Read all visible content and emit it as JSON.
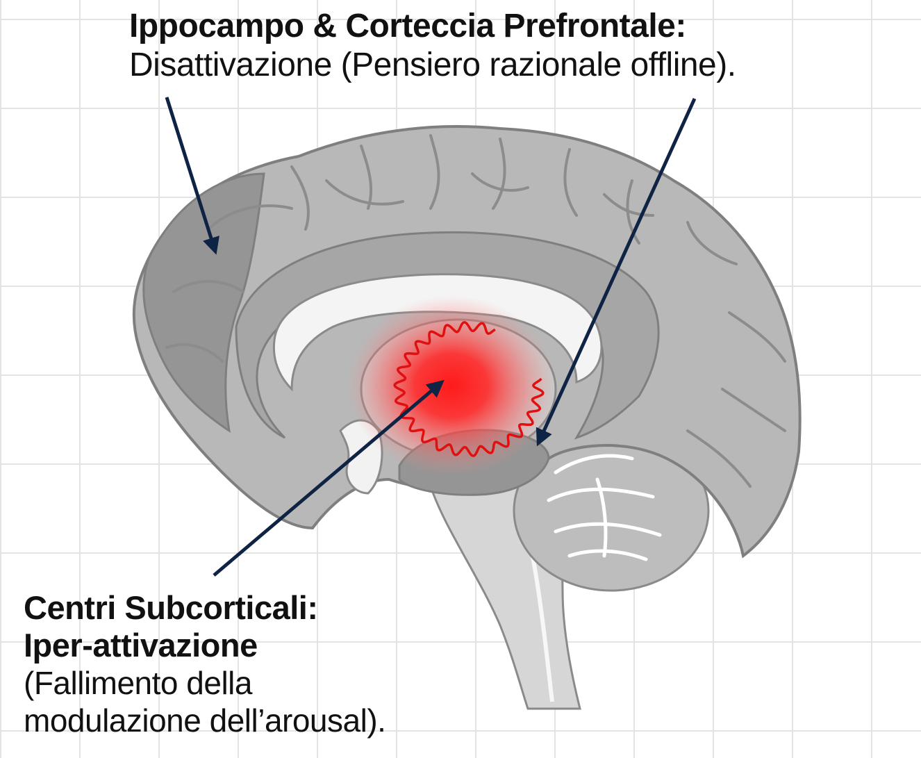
{
  "top_annotation": {
    "title": "Ippocampo & Corteccia Prefrontale:",
    "description": "Disattivazione (Pensiero razionale offline)."
  },
  "bottom_annotation": {
    "title_line1": "Centri Subcorticali:",
    "title_line2": "Iper-attivazione",
    "description_line1": "(Fallimento della",
    "description_line2": "modulazione dell’arousal)."
  },
  "colors": {
    "brain_gray": "#b8b8b8",
    "deactivated_gray": "#959595",
    "activation_red": "#ff2020",
    "arrow_navy": "#0f2444",
    "grid": "#e4e4e4"
  }
}
